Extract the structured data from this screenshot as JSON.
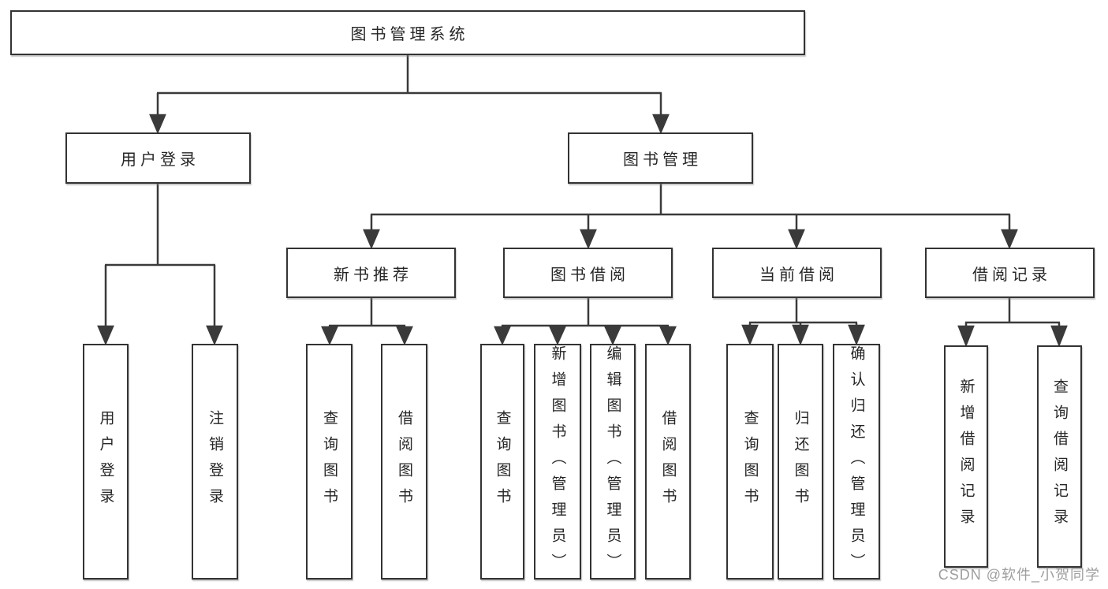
{
  "title": "图书管理系统",
  "watermark": "CSDN @软件_小贺同学",
  "colors": {
    "line": "#3a3a3a",
    "box_border": "#333333",
    "text": "#262626",
    "watermark": "#9e9e9e",
    "background": "#ffffff"
  },
  "tree": {
    "root": "图书管理系统",
    "children": [
      {
        "label": "用户登录",
        "children": [
          "用户登录",
          "注销登录"
        ]
      },
      {
        "label": "图书管理",
        "children": [
          {
            "label": "新书推荐",
            "children": [
              "查询图书",
              "借阅图书"
            ]
          },
          {
            "label": "图书借阅",
            "children": [
              "查询图书",
              "新增图书（管理员）",
              "编辑图书（管理员）",
              "借阅图书"
            ]
          },
          {
            "label": "当前借阅",
            "children": [
              "查询图书",
              "归还图书",
              "确认归还（管理员）"
            ]
          },
          {
            "label": "借阅记录",
            "children": [
              "新增借阅记录",
              "查询借阅记录"
            ]
          }
        ]
      }
    ]
  }
}
